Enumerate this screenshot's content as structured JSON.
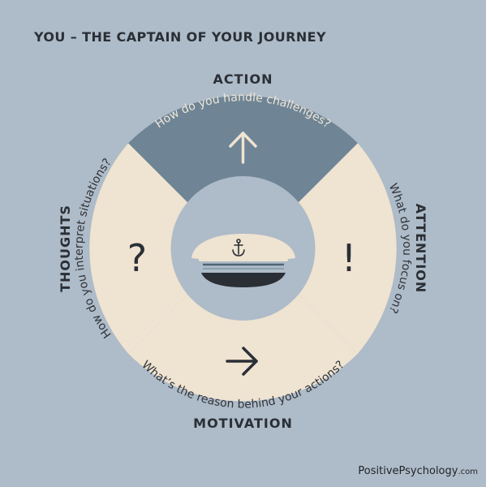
{
  "title": "YOU – THE CAPTAIN OF YOUR JOURNEY",
  "footer": {
    "brand": "PositivePsychology",
    "tld": ".com"
  },
  "colors": {
    "background": "#aebbc8",
    "segment_cream": "#efe3d1",
    "segment_active": "#6f8596",
    "center": "#aebbc8",
    "text_dark": "#2a2f36"
  },
  "segments": {
    "action": {
      "label": "ACTION",
      "question": "How do you handle challenges?",
      "symbol": "↑",
      "icon": "arrow-up-icon"
    },
    "attention": {
      "label": "ATTENTION",
      "question": "What do you focus on?",
      "symbol": "!",
      "icon": "exclamation-icon"
    },
    "motivation": {
      "label": "MOTIVATION",
      "question": "What’s the reason behind your actions?",
      "symbol": "→",
      "icon": "arrow-right-icon"
    },
    "thoughts": {
      "label": "THOUGHTS",
      "question": "How do you interpret situations?",
      "symbol": "?",
      "icon": "question-mark-icon"
    }
  },
  "center_icon": "captain-hat-icon"
}
